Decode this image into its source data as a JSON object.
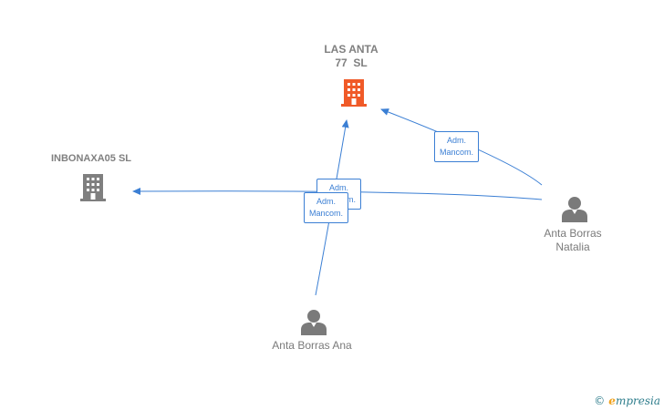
{
  "diagram": {
    "companies": [
      {
        "id": "las-anta",
        "name": "LAS ANTA\n77  SL",
        "color": "#f05a28"
      },
      {
        "id": "inbonaxa",
        "name": "INBONAXA05 SL",
        "color": "#7f7f7f"
      }
    ],
    "persons": [
      {
        "id": "natalia",
        "name": "Anta Borras\nNatalia"
      },
      {
        "id": "ana",
        "name": "Anta Borras Ana"
      }
    ],
    "edges": [
      {
        "from": "natalia",
        "to": "las-anta",
        "label": "Adm.\nMancom."
      },
      {
        "from": "natalia",
        "to": "inbonaxa",
        "label": "Adm.\nMancom."
      },
      {
        "from": "ana",
        "to": "las-anta",
        "label": "Adm.\nMancom."
      }
    ],
    "edge_color": "#3b7fd4",
    "person_color": "#7a7a7a"
  },
  "footer": {
    "copyright": "©",
    "brand_initial": "e",
    "brand_rest": "mpresia"
  }
}
